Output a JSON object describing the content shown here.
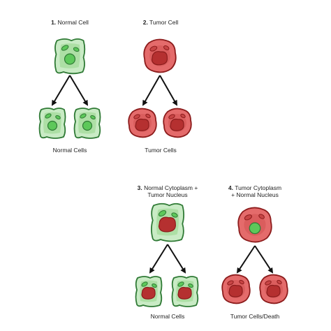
{
  "panels": [
    {
      "number": "1.",
      "title": "Normal Cell",
      "result": "Normal Cells"
    },
    {
      "number": "2.",
      "title": "Tumor Cell",
      "result": "Tumor Cells"
    },
    {
      "number": "3.",
      "title_line1": "Normal Cytoplasm +",
      "title_line2": "Tumor Nucleus",
      "result": "Normal Cells"
    },
    {
      "number": "4.",
      "title_line1": "Tumor Cytoplasm",
      "title_line2": "+ Normal Nucleus",
      "result": "Tumor Cells/Death"
    }
  ],
  "colors": {
    "normal_fill": "#c9ebc5",
    "normal_stroke": "#2f7a35",
    "normal_inner": "#96d68b",
    "normal_nucleus": "#5dc85a",
    "tumor_fill": "#e46b6b",
    "tumor_stroke": "#8c1c1c",
    "tumor_inner": "#c84545",
    "tumor_nucleus": "#b53030",
    "arrow": "#111111"
  }
}
